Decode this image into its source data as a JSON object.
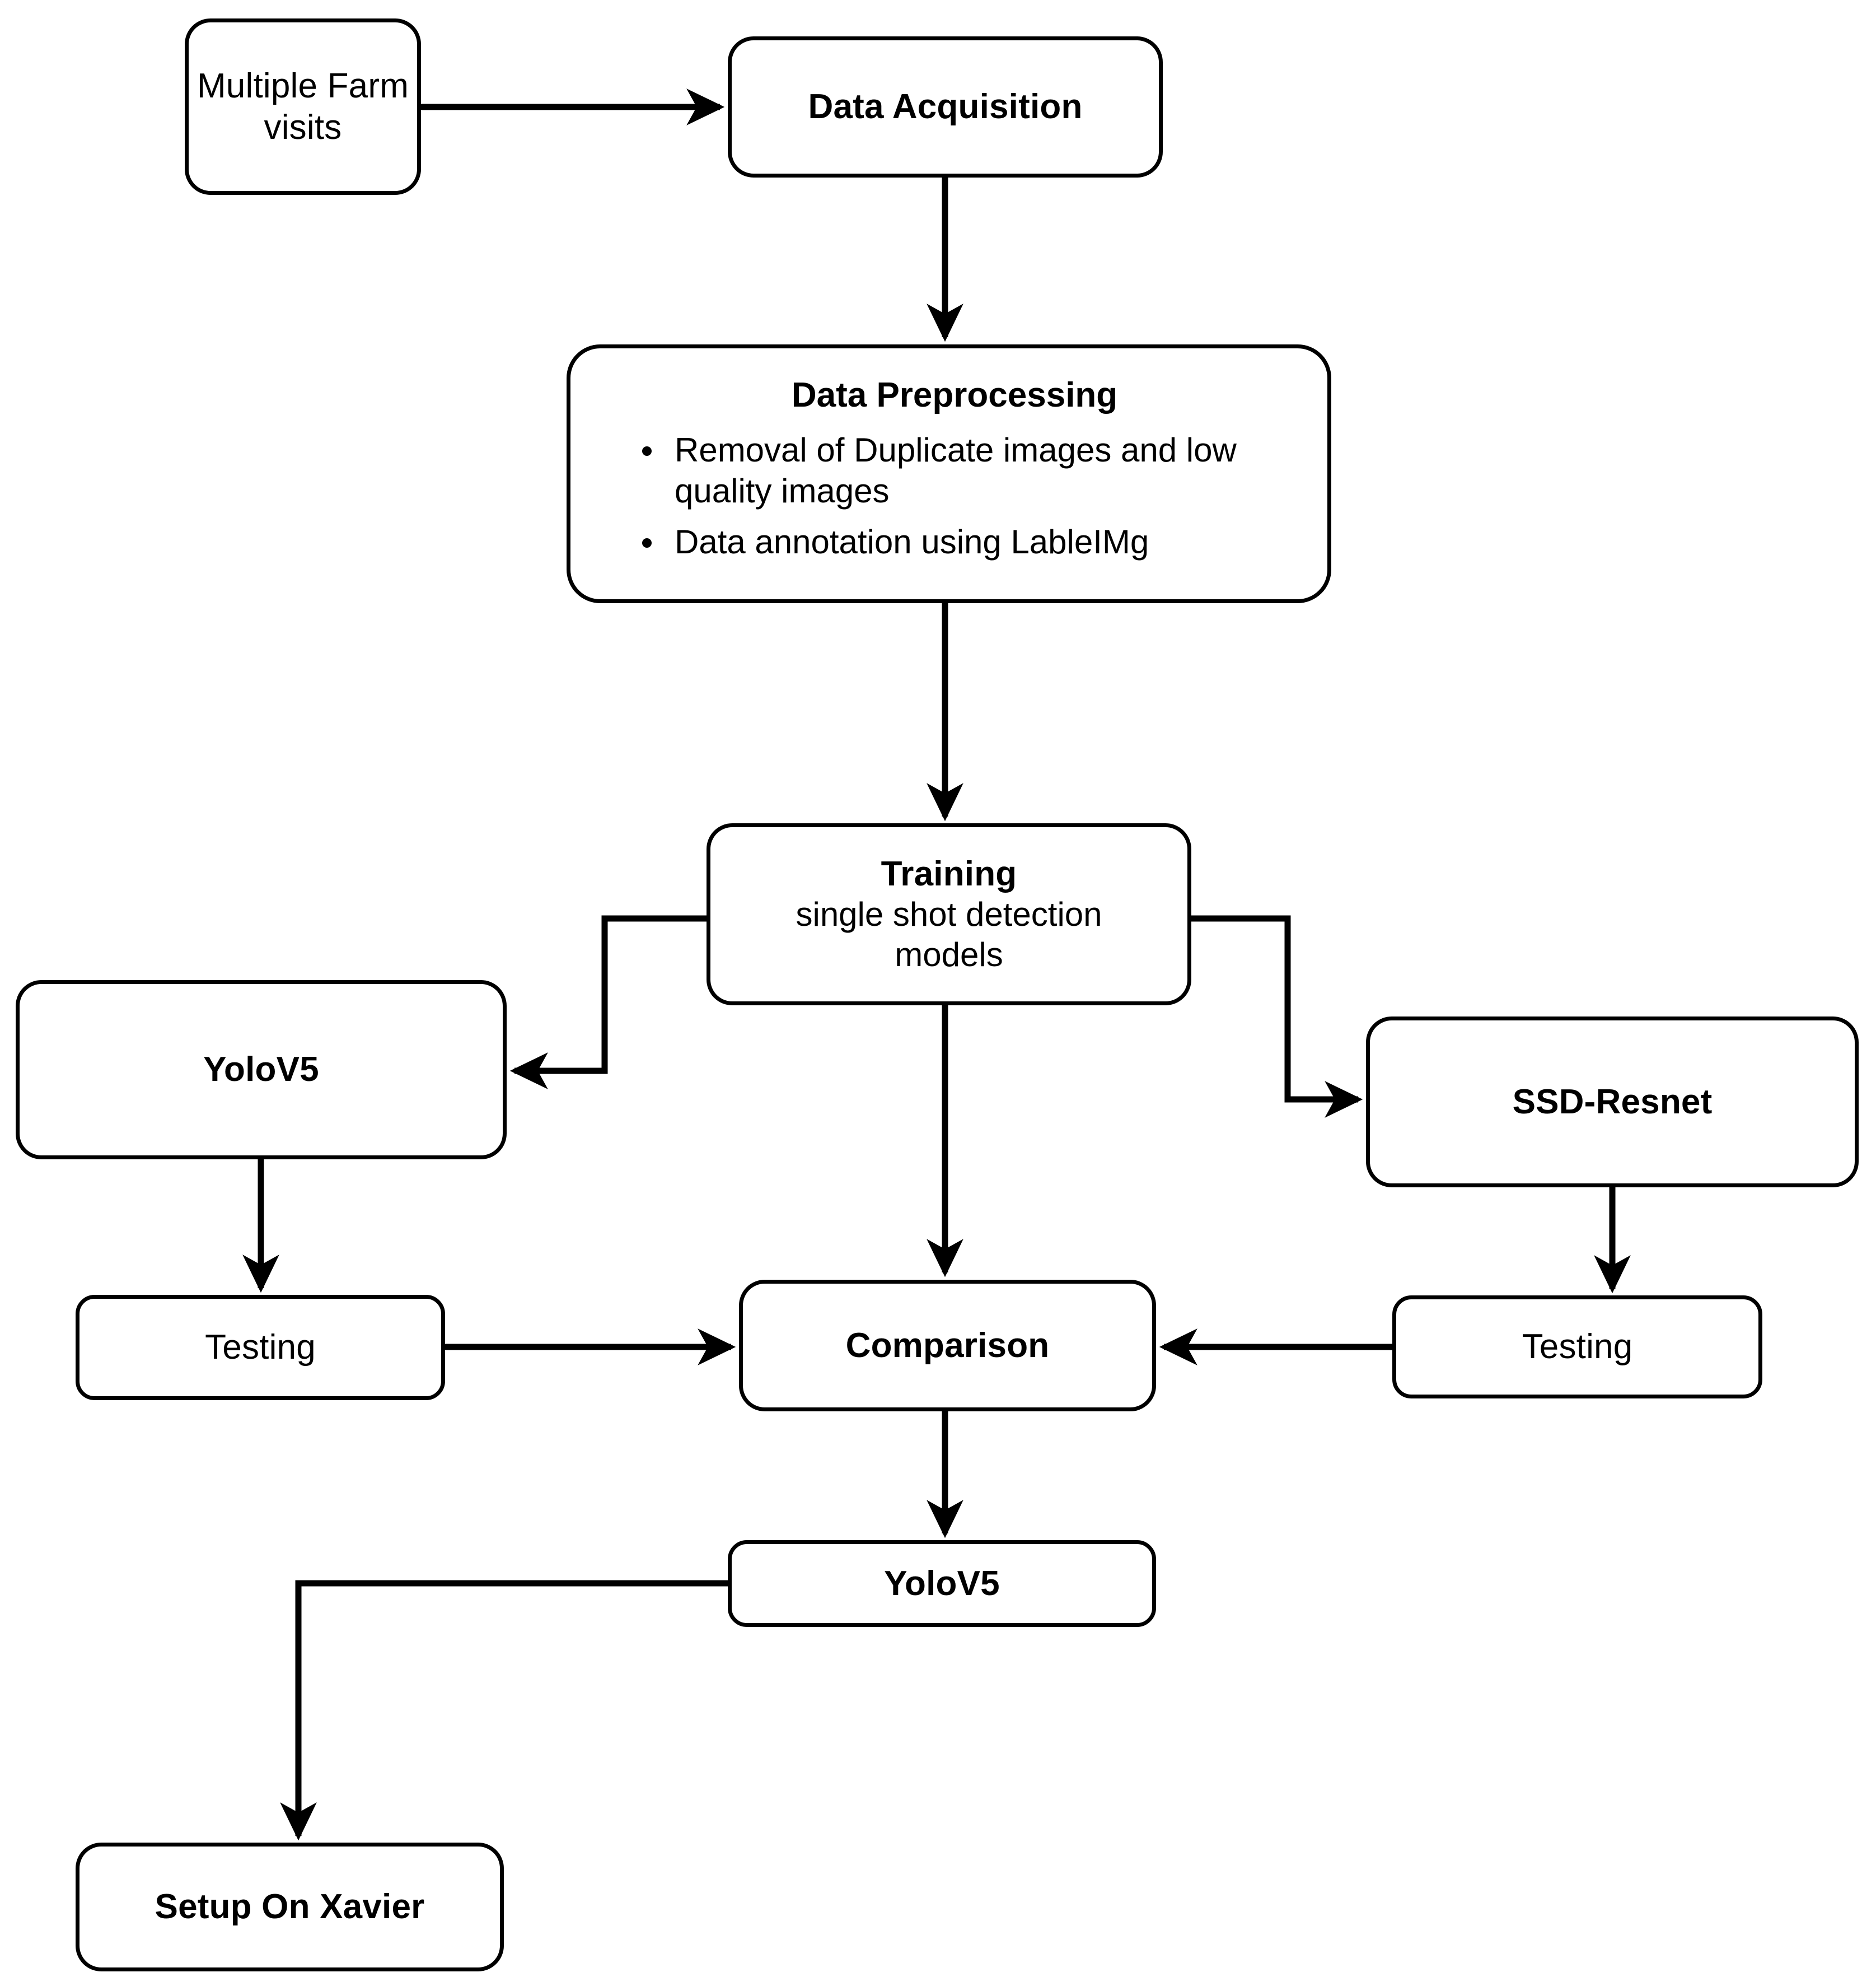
{
  "diagram": {
    "title": "Object detection model pipeline flowchart",
    "stroke_color": "#000000",
    "background_color": "#ffffff",
    "nodes": {
      "multiple_farm_visits": {
        "label": "Multiple Farm\nvisits",
        "bold": false
      },
      "data_acquisition": {
        "label": "Data Acquisition",
        "bold": true
      },
      "data_preprocessing": {
        "heading": "Data Preprocessing",
        "bullets": [
          "Removal of Duplicate images and low quality images",
          "Data annotation using LableIMg"
        ]
      },
      "training": {
        "label": "Training",
        "sub": "single shot detection models",
        "bold": true
      },
      "yolov5_left": {
        "label": "YoloV5",
        "bold": true
      },
      "ssd_resnet": {
        "label": "SSD-Resnet",
        "bold": true
      },
      "testing_left": {
        "label": "Testing",
        "bold": false
      },
      "comparison": {
        "label": "Comparison",
        "bold": true
      },
      "testing_right": {
        "label": "Testing",
        "bold": false
      },
      "yolov5_bottom": {
        "label": "YoloV5",
        "bold": true
      },
      "setup_on_xavier": {
        "label": "Setup On Xavier",
        "bold": true
      }
    },
    "edges": [
      {
        "from": "multiple_farm_visits",
        "to": "data_acquisition",
        "arrow": true
      },
      {
        "from": "data_acquisition",
        "to": "data_preprocessing",
        "arrow": true
      },
      {
        "from": "data_preprocessing",
        "to": "training",
        "arrow": true
      },
      {
        "from": "training",
        "to": "yolov5_left",
        "arrow": true
      },
      {
        "from": "training",
        "to": "ssd_resnet",
        "arrow": true
      },
      {
        "from": "training",
        "to": "comparison",
        "arrow": true
      },
      {
        "from": "yolov5_left",
        "to": "testing_left",
        "arrow": true
      },
      {
        "from": "ssd_resnet",
        "to": "testing_right",
        "arrow": true
      },
      {
        "from": "testing_left",
        "to": "comparison",
        "arrow": true
      },
      {
        "from": "testing_right",
        "to": "comparison",
        "arrow": true
      },
      {
        "from": "comparison",
        "to": "yolov5_bottom",
        "arrow": true
      },
      {
        "from": "yolov5_bottom",
        "to": "setup_on_xavier",
        "arrow": true
      }
    ]
  }
}
